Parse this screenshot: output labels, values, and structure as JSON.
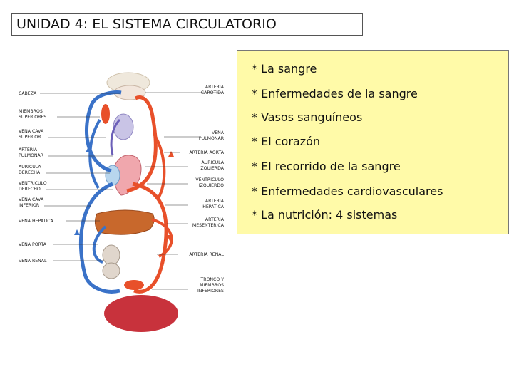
{
  "header": {
    "title": "UNIDAD 4: EL SISTEMA CIRCULATORIO"
  },
  "diagram": {
    "labels_left": [
      "CABEZA",
      "MIEMBROS",
      "SUPERIORES",
      "VENA CAVA",
      "SUPERIOR",
      "ARTERIA",
      "PULMONAR",
      "AURICULA",
      "DERECHA",
      "VENTRICULO",
      "DERECHO",
      "VENA CAVA",
      "INFERIOR",
      "VENA HEPATICA",
      "VENA PORTA",
      "VENA RENAL"
    ],
    "labels_right": [
      "ARTERIA",
      "CAROTIDA",
      "VENA",
      "PULMONAR",
      "ARTERIA AORTA",
      "AURICULA",
      "IZQUIERDA",
      "VENTRICULO",
      "IZQUIERDO",
      "ARTERIA",
      "HEPATICA",
      "ARTERIA",
      "MESENTERICA",
      "ARTERIA RENAL",
      "TRONCO Y",
      "MIEMBROS",
      "INFERIORES"
    ]
  },
  "topics": [
    "* La sangre",
    "* Enfermedades de la sangre",
    "* Vasos sanguíneos",
    "* El corazón",
    "* El recorrido de la sangre",
    "* Enfermedades cardiovasculares",
    "* La nutrición: 4 sistemas"
  ],
  "colors": {
    "artery": "#e8502a",
    "vein": "#3a72c8",
    "topics_bg": "#fffaa8"
  }
}
